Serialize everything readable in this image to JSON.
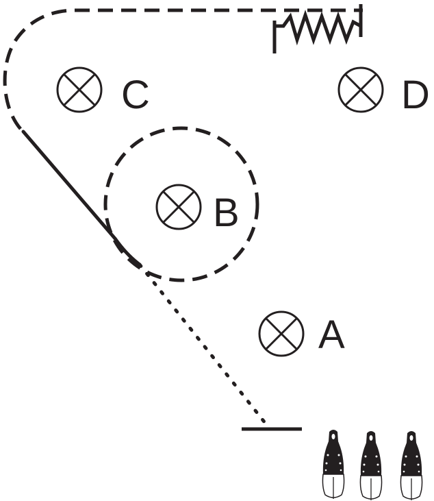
{
  "diagram": {
    "stroke_color": "#231f20",
    "background_color": "#ffffff",
    "markers": [
      {
        "id": "C",
        "label": "C",
        "icon": "cross-circle-icon"
      },
      {
        "id": "D",
        "label": "D",
        "icon": "cross-circle-icon"
      },
      {
        "id": "B",
        "label": "B",
        "icon": "cross-circle-icon"
      },
      {
        "id": "A",
        "label": "A",
        "icon": "cross-circle-icon"
      }
    ],
    "paths": {
      "loop_route": "dashed",
      "circle_around_b": "dashed",
      "approach_line": "solid",
      "final_segment": "dotted",
      "spring_end": "zigzag"
    },
    "start_line": "solid",
    "horses": {
      "count": 3,
      "icon": "horse-top-view-icon"
    }
  }
}
